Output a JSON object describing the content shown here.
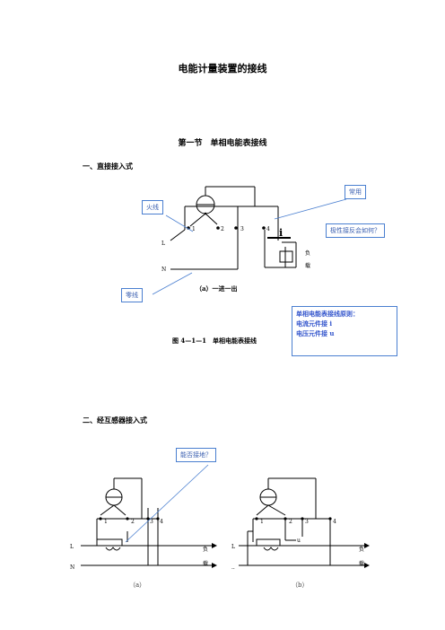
{
  "doc": {
    "title": "电能计量装置的接线",
    "section": "第一节　单相电能表接线",
    "heading1": "一、直接接入式",
    "heading2": "二、经互感器接入式",
    "caption_a1": "（a）一进一出",
    "figure_caption": "图 4—1—1　单相电能表接线",
    "caption_a": "（a）",
    "caption_b": "（b）"
  },
  "notes": {
    "fire": "火线",
    "common": "常用",
    "polarity": "极性接反会如何？",
    "zero": "零线",
    "principle_1": "单相电能表接线原则：",
    "principle_2": "电流元件接 i",
    "principle_3": "电压元件接 u",
    "ground": "能否接地？"
  },
  "diagram1": {
    "L": "L",
    "N": "N",
    "t1": "1",
    "t2": "2",
    "t3": "3",
    "t4": "4",
    "current": "i",
    "load1": "负",
    "load2": "载"
  },
  "diagram2": {
    "L": "L",
    "N": "N",
    "t1": "1",
    "t2": "2",
    "t3": "3",
    "t4": "4",
    "load1": "负",
    "load2": "载"
  },
  "diagram3": {
    "L": "L",
    "N": "..",
    "t1": "1",
    "t2": "2",
    "t3": "3",
    "t4": "4",
    "u": "u",
    "load1": "负",
    "load2": "载"
  }
}
